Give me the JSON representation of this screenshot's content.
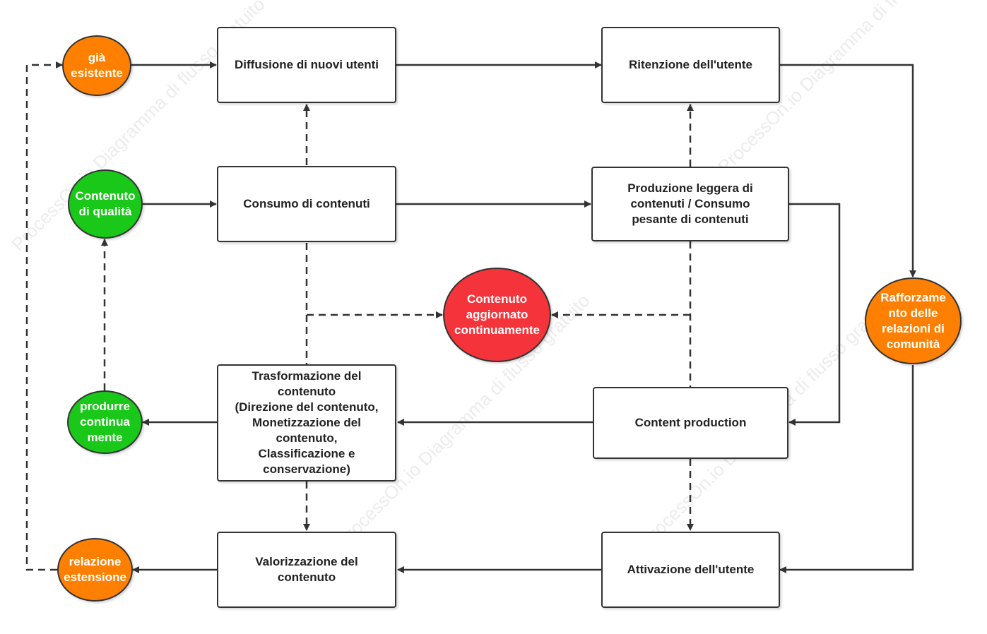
{
  "colors": {
    "orange": "#ff8000",
    "green": "#19c819",
    "red": "#f5333a",
    "stroke": "#333333"
  },
  "boxes": {
    "diffusione": "Diffusione di nuovi utenti",
    "ritenzione": "Ritenzione dell'utente",
    "consumo": "Consumo di contenuti",
    "produzione_leggera": "Produzione leggera di\ncontenuti / Consumo\npesante di contenuti",
    "trasformazione": "Trasformazione del\ncontenuto\n(Direzione del contenuto,\nMonetizzazione del\ncontenuto,\nClassificazione e\nconservazione)",
    "content_production": "Content production",
    "valorizzazione": "Valorizzazione del\ncontenuto",
    "attivazione": "Attivazione dell'utente"
  },
  "circles": {
    "gia_esistente": "già\nesistente",
    "contenuto_qualita": "Contenuto\ndi qualità",
    "produrre": "produrre\ncontinua\nmente",
    "relazione": "relazione\nestensione",
    "contenuto_aggiornato": "Contenuto\naggiornato\ncontinuamente",
    "rafforzamento": "Rafforzame\nnto delle\nrelazioni di\ncomunità"
  },
  "watermark": "ProcessOn.io Diagramma di flusso gratuito"
}
